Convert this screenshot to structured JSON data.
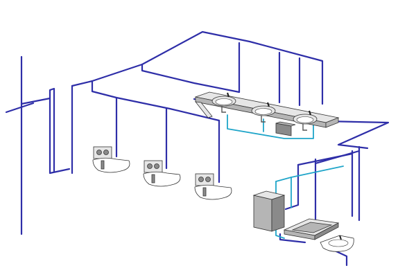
{
  "colors": {
    "background": "#ffffff",
    "cold_pipe": "#2e2ea8",
    "hot_pipe": "#1fa5c9",
    "fixture_outline": "#333333",
    "fixture_fill": "#e6e6e6",
    "fixture_shadow": "#8a8a8a"
  },
  "fixtures": {
    "urinals": [
      {
        "name": "urinal-1",
        "icon": "urinal-icon"
      },
      {
        "name": "urinal-2",
        "icon": "urinal-icon"
      },
      {
        "name": "urinal-3",
        "icon": "urinal-icon"
      }
    ],
    "basins": [
      {
        "name": "wash-basin-1",
        "icon": "basin-icon"
      },
      {
        "name": "wash-basin-2",
        "icon": "basin-icon"
      },
      {
        "name": "wash-basin-3",
        "icon": "basin-icon"
      }
    ],
    "water_heater": {
      "icon": "water-heater-icon"
    },
    "service_sink": {
      "icon": "service-sink-icon"
    },
    "small_basin": {
      "icon": "small-basin-icon"
    }
  }
}
